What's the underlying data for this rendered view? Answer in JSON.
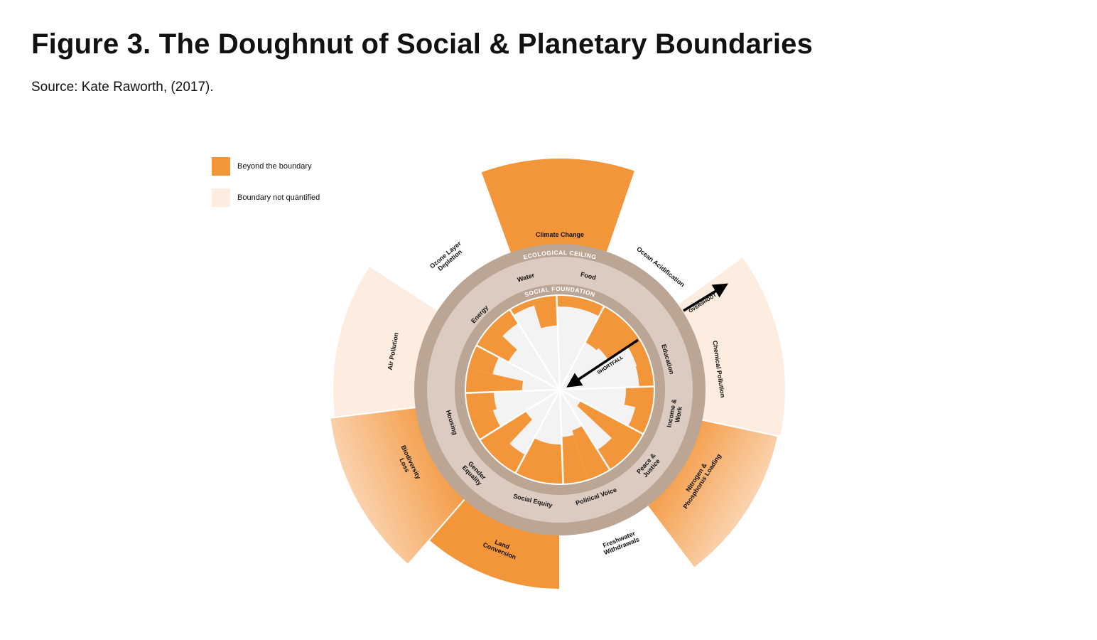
{
  "title": "Figure 3. The Doughnut of Social & Planetary Boundaries",
  "source": "Source: Kate Raworth, (2017).",
  "legend": [
    {
      "label": "Beyond the boundary",
      "color": "#F39539"
    },
    {
      "label": "Boundary not quantified",
      "color": "#FDEDE0"
    }
  ],
  "colors": {
    "overshoot": "#F39539",
    "not_quantified": "#FDEDE0",
    "ring_dark": "#BBA594",
    "ring_light": "#DBCBC1",
    "safe_space": "#F3F3F3"
  },
  "rings": {
    "ceiling": "ECOLOGICAL CEILING",
    "foundation": "SOCIAL FOUNDATION"
  },
  "arrows": {
    "overshoot": "OVERSHOOT",
    "shortfall": "SHORTFALL"
  },
  "social_labels": [
    {
      "lines": [
        "Water"
      ]
    },
    {
      "lines": [
        "Food"
      ]
    },
    {
      "lines": [
        "Education"
      ]
    },
    {
      "lines": [
        "Income &",
        "Work"
      ]
    },
    {
      "lines": [
        "Peace &",
        "Justice"
      ]
    },
    {
      "lines": [
        "Political Voice"
      ]
    },
    {
      "lines": [
        "Social Equity"
      ]
    },
    {
      "lines": [
        "Gender",
        "Equality"
      ]
    },
    {
      "lines": [
        "Housing"
      ]
    },
    {
      "lines": [
        "Energy"
      ]
    }
  ],
  "ecological_labels": [
    {
      "lines": [
        "Climate Change"
      ],
      "status": "beyond"
    },
    {
      "lines": [
        "Ocean Acidification"
      ],
      "status": "within"
    },
    {
      "lines": [
        "Chemical Pollution"
      ],
      "status": "not quantified"
    },
    {
      "lines": [
        "Nitrogen &",
        "Phosphorus Loading"
      ],
      "status": "beyond"
    },
    {
      "lines": [
        "Freshwater",
        "Withdrawals"
      ],
      "status": "within"
    },
    {
      "lines": [
        "Land",
        "Conversion"
      ],
      "status": "beyond"
    },
    {
      "lines": [
        "Biodiversity",
        "Loss"
      ],
      "status": "beyond"
    },
    {
      "lines": [
        "Air Pollution"
      ],
      "status": "not quantified"
    },
    {
      "lines": [
        "Ozone Layer",
        "Depletion"
      ],
      "status": "within"
    }
  ],
  "shortfall_fractions": [
    [
      0.12
    ],
    [
      0.43,
      0.4
    ],
    [
      0.15,
      0.16
    ],
    [
      0.3,
      0.18
    ],
    [
      0.75,
      0.25
    ],
    [
      0.55,
      0.5
    ],
    [
      0.42
    ],
    [
      0.22,
      0.57
    ],
    [
      0.26,
      0.3
    ],
    [
      0.6,
      0.27
    ],
    [
      0.38,
      0.17
    ],
    [
      0.07,
      0.32
    ]
  ]
}
